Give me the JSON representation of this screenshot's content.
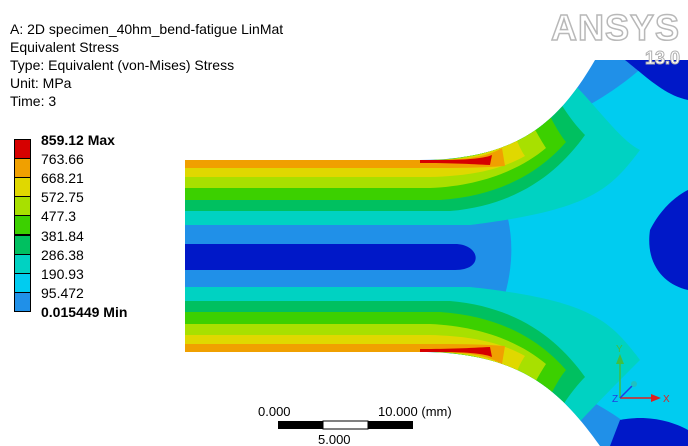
{
  "header": {
    "title": "A: 2D specimen_40hm_bend-fatigue LinMat",
    "result": "Equivalent Stress",
    "type": "Type: Equivalent (von-Mises) Stress",
    "unit": "Unit: MPa",
    "time": "Time: 3"
  },
  "legend": {
    "entries": [
      {
        "label": "859.12 Max",
        "color": "#d60000",
        "bold": true
      },
      {
        "label": "763.66",
        "color": "#f0a000"
      },
      {
        "label": "668.21",
        "color": "#e0d800"
      },
      {
        "label": "572.75",
        "color": "#a8e000"
      },
      {
        "label": "477.3",
        "color": "#3cd000"
      },
      {
        "label": "381.84",
        "color": "#00c060"
      },
      {
        "label": "286.38",
        "color": "#00d2c2"
      },
      {
        "label": "190.93",
        "color": "#00ccf0"
      },
      {
        "label": "95.472",
        "color": "#2090e8"
      },
      {
        "label": "0.015449 Min",
        "color": "#0018c8",
        "bold": true
      }
    ]
  },
  "logo": {
    "brand": "ANSYS",
    "version": "13.0"
  },
  "scale_bar": {
    "left": "0.000",
    "right": "10.000 (mm)",
    "mid": "5.000"
  },
  "triad": {
    "x": "X",
    "y": "Y",
    "z": "Z"
  }
}
